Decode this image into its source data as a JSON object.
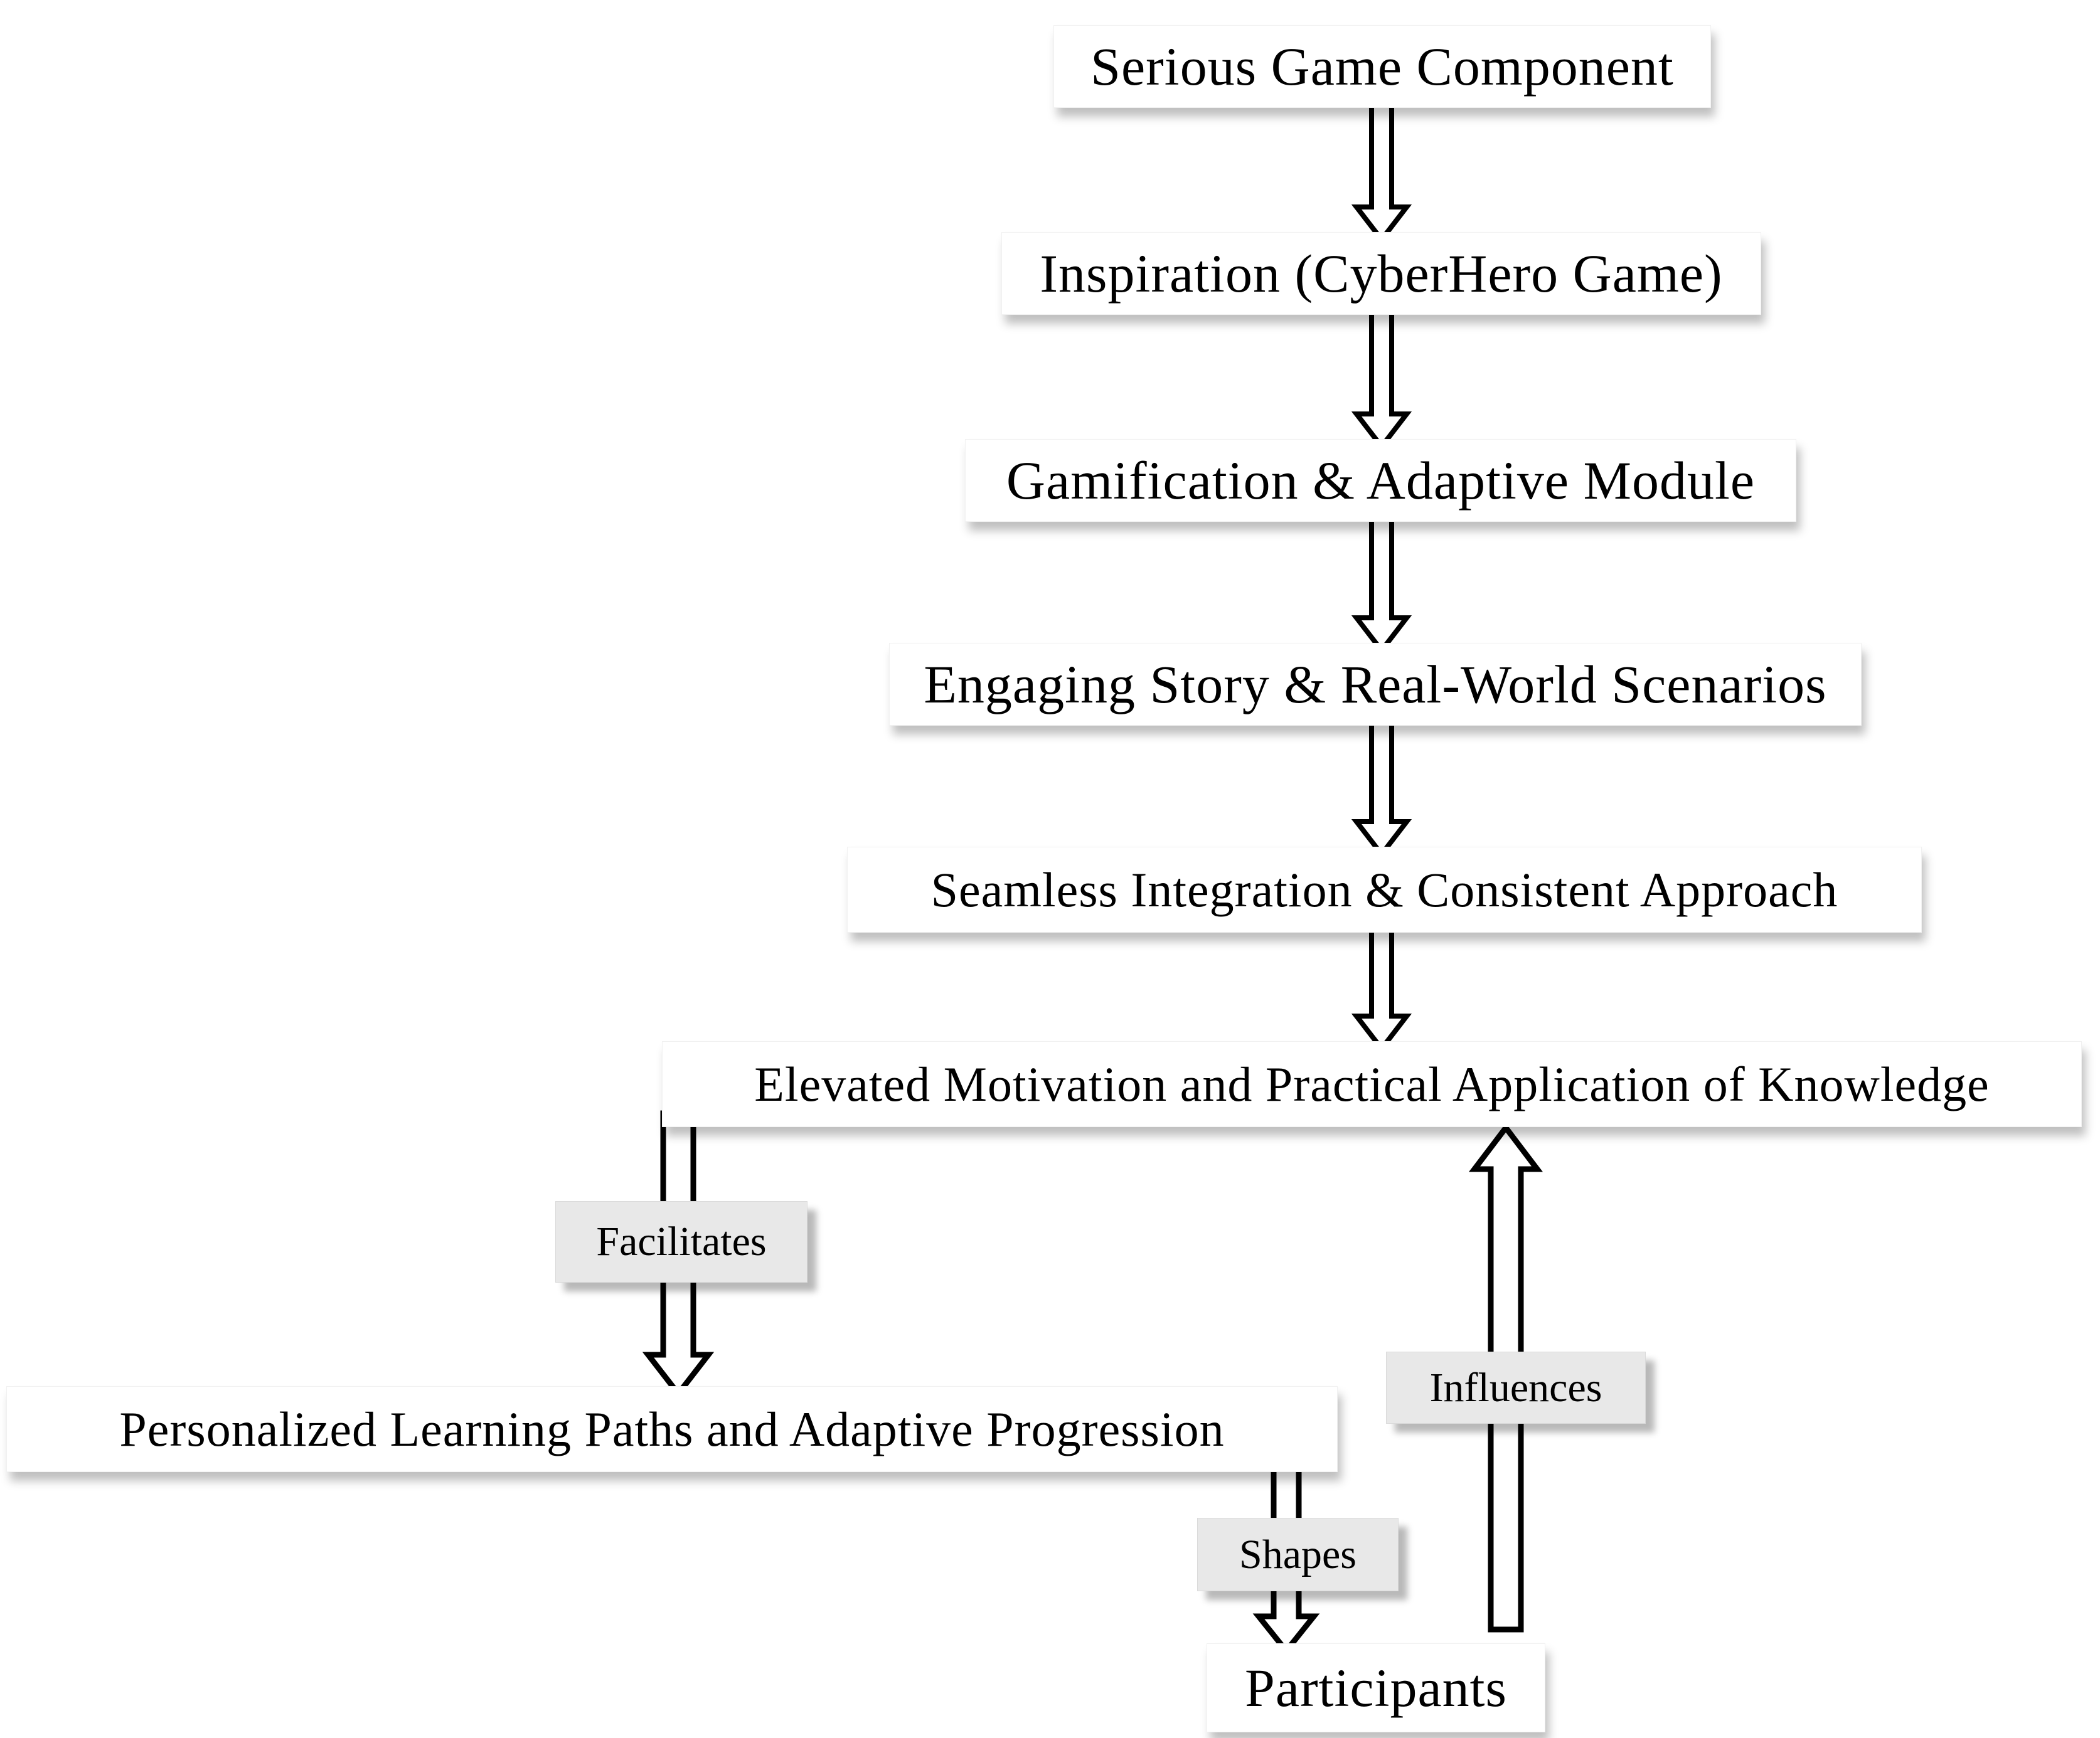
{
  "figure": {
    "type": "flowchart",
    "background": "#ffffff",
    "node_fill": "#ffffff",
    "edge_label_fill": "#e8e8e8",
    "line_color": "#000000",
    "text_color": "#000000"
  },
  "nodes": [
    {
      "id": "serious-game-component",
      "label": "Serious Game Component"
    },
    {
      "id": "inspiration",
      "label": "Inspiration (CyberHero Game)"
    },
    {
      "id": "gamification-adaptive-module",
      "label": "Gamification & Adaptive Module"
    },
    {
      "id": "engaging-story-real-world-scenarios",
      "label": "Engaging Story & Real-World Scenarios"
    },
    {
      "id": "seamless-integration-consistent-approach",
      "label": "Seamless Integration & Consistent Approach"
    },
    {
      "id": "elevated-motivation-practical-application",
      "label": "Elevated Motivation and Practical Application of Knowledge"
    },
    {
      "id": "personalized-learning-paths",
      "label": "Personalized Learning Paths and Adaptive Progression"
    },
    {
      "id": "participants",
      "label": "Participants"
    }
  ],
  "edges": [
    {
      "from": "serious-game-component",
      "to": "inspiration",
      "label": ""
    },
    {
      "from": "inspiration",
      "to": "gamification-adaptive-module",
      "label": ""
    },
    {
      "from": "gamification-adaptive-module",
      "to": "engaging-story-real-world-scenarios",
      "label": ""
    },
    {
      "from": "engaging-story-real-world-scenarios",
      "to": "seamless-integration-consistent-approach",
      "label": ""
    },
    {
      "from": "seamless-integration-consistent-approach",
      "to": "elevated-motivation-practical-application",
      "label": ""
    },
    {
      "from": "elevated-motivation-practical-application",
      "to": "personalized-learning-paths",
      "label": "Facilitates"
    },
    {
      "from": "personalized-learning-paths",
      "to": "participants",
      "label": "Shapes"
    },
    {
      "from": "participants",
      "to": "elevated-motivation-practical-application",
      "label": "Influences"
    }
  ]
}
